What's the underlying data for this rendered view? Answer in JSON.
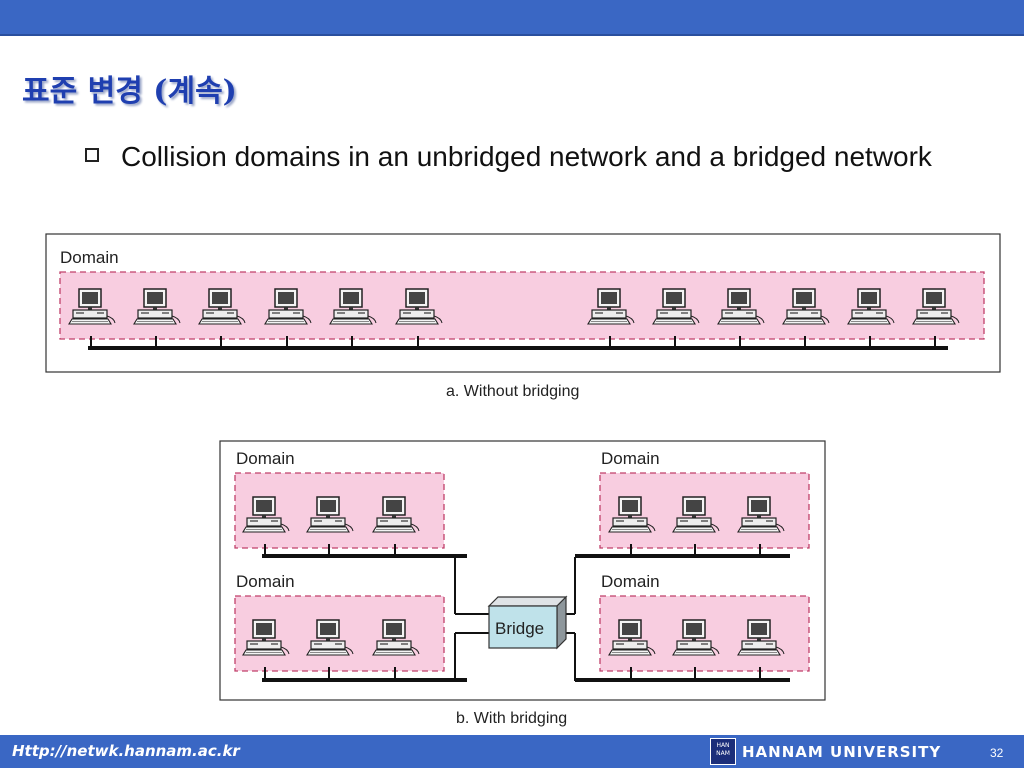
{
  "slide": {
    "title": "표준 변경 (계속)",
    "bullet_text": "Collision domains in an unbridged network and a bridged network"
  },
  "diagram": {
    "domain_label": "Domain",
    "bridge_label": "Bridge",
    "caption_a": "a. Without bridging",
    "caption_b": "b. With bridging",
    "stations_per_domain_a": 12,
    "stations_per_domain_b": 3
  },
  "footer": {
    "url": "Http://netwk.hannam.ac.kr",
    "logo_text": "HAN NAM",
    "university": "HANNAM UNIVERSITY",
    "page_number": "32"
  },
  "colors": {
    "header_bar": "#3a67c4",
    "title": "#1f3fb0",
    "domain_fill": "#f8cde0",
    "domain_border": "#c0406a",
    "bridge_fill": "#bfe2ea"
  }
}
